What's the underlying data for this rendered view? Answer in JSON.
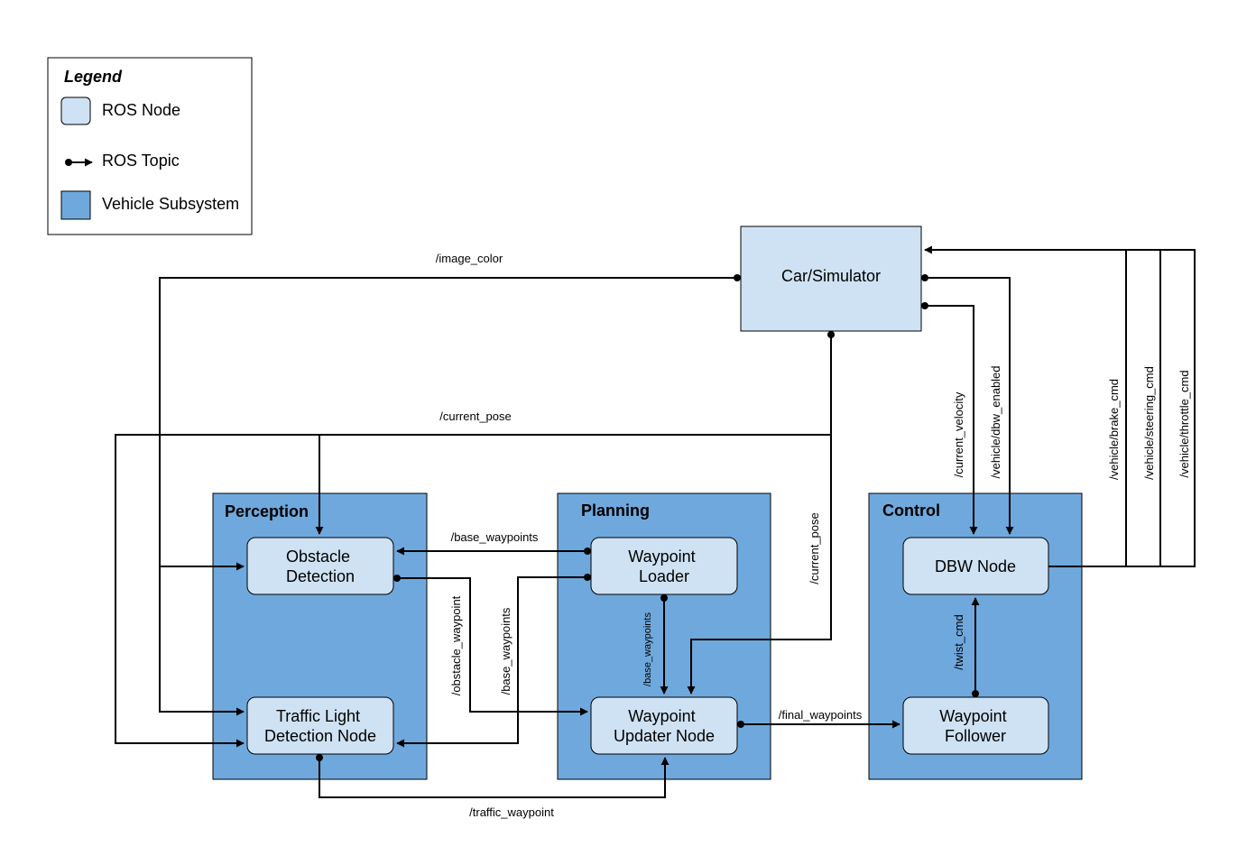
{
  "colors": {
    "ros_node": "#cfe2f3",
    "vehicle_subsystem": "#6fa8dc",
    "line": "#000000"
  },
  "legend": {
    "title": "Legend",
    "ros_node": "ROS Node",
    "ros_topic": "ROS Topic",
    "vehicle_subsystem": "Vehicle Subsystem"
  },
  "subsystems": {
    "perception": "Perception",
    "planning": "Planning",
    "control": "Control"
  },
  "nodes": {
    "car": [
      "Car/Simulator"
    ],
    "obstacle": [
      "Obstacle",
      "Detection"
    ],
    "traffic": [
      "Traffic Light",
      "Detection Node"
    ],
    "wp_loader": [
      "Waypoint",
      "Loader"
    ],
    "wp_updater": [
      "Waypoint",
      "Updater Node"
    ],
    "dbw": [
      "DBW Node"
    ],
    "wp_follower": [
      "Waypoint",
      "Follower"
    ]
  },
  "topics": {
    "image_color": "/image_color",
    "current_pose_h": "/current_pose",
    "current_pose_v": "/current_pose",
    "base_waypoints_h": "/base_waypoints",
    "obstacle_waypoint": "/obstacle_waypoint",
    "base_waypoints_v": "/base_waypoints",
    "base_waypoints_planning": "/base_waypoints",
    "final_waypoints": "/final_waypoints",
    "traffic_waypoint": "/traffic_waypoint",
    "current_velocity": "/current_velocity",
    "dbw_enabled": "/vehicle/dbw_enabled",
    "brake_cmd": "/vehicle/brake_cmd",
    "steering_cmd": "/vehicle/steering_cmd",
    "throttle_cmd": "/vehicle/throttle_cmd",
    "twist_cmd": "/twist_cmd"
  }
}
